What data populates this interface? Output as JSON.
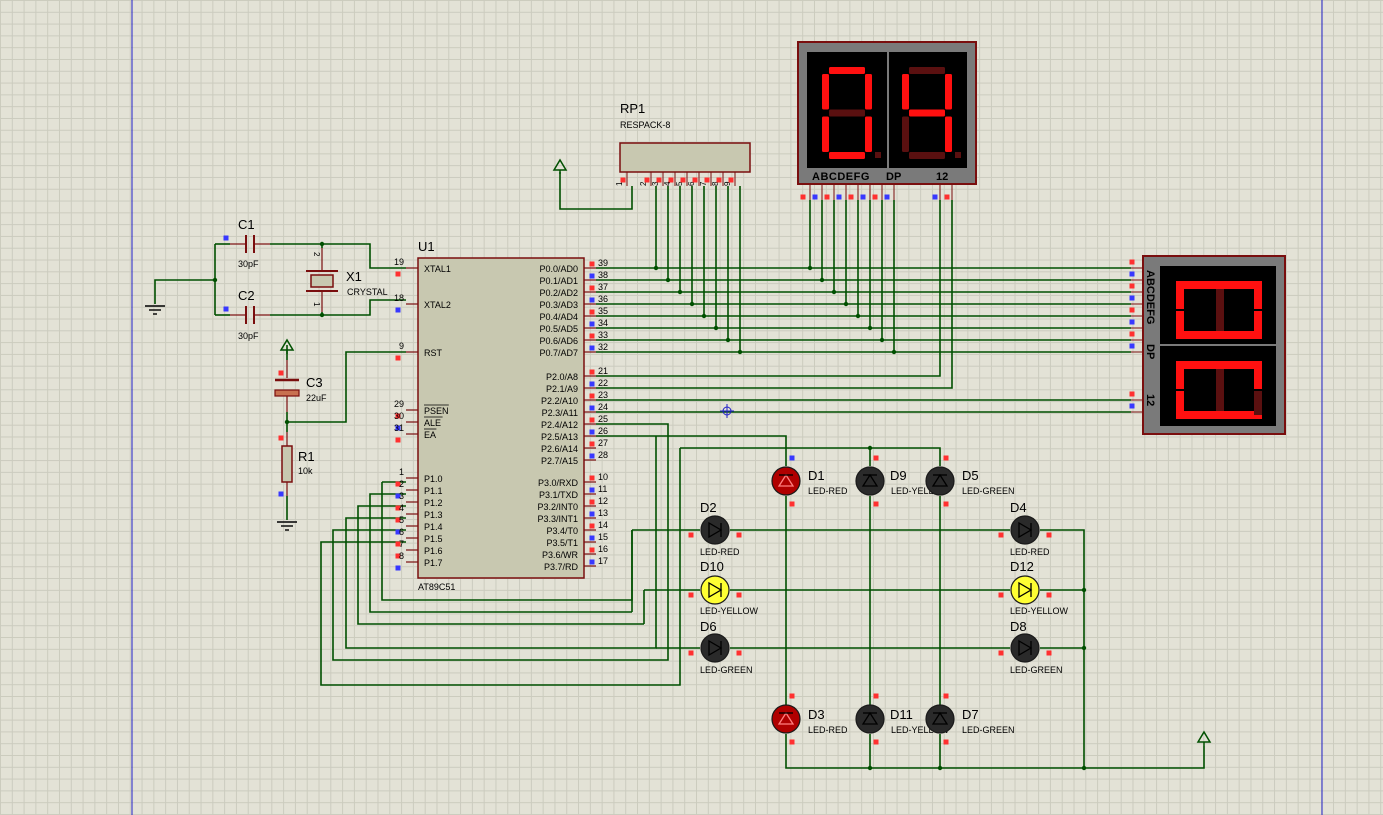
{
  "rp1": {
    "ref": "RP1",
    "value": "RESPACK-8",
    "pins": [
      "1",
      "2",
      "3",
      "4",
      "5",
      "6",
      "7",
      "8",
      "9"
    ]
  },
  "u1": {
    "ref": "U1",
    "value": "AT89C51",
    "left_pins": [
      {
        "num": "19",
        "name": "XTAL1"
      },
      {
        "num": "18",
        "name": "XTAL2"
      },
      {
        "num": "9",
        "name": "RST"
      },
      {
        "num": "29",
        "name": "PSEN"
      },
      {
        "num": "30",
        "name": "ALE"
      },
      {
        "num": "31",
        "name": "EA"
      },
      {
        "num": "1",
        "name": "P1.0"
      },
      {
        "num": "2",
        "name": "P1.1"
      },
      {
        "num": "3",
        "name": "P1.2"
      },
      {
        "num": "4",
        "name": "P1.3"
      },
      {
        "num": "5",
        "name": "P1.4"
      },
      {
        "num": "6",
        "name": "P1.5"
      },
      {
        "num": "7",
        "name": "P1.6"
      },
      {
        "num": "8",
        "name": "P1.7"
      }
    ],
    "right_pins": [
      {
        "num": "39",
        "name": "P0.0/AD0"
      },
      {
        "num": "38",
        "name": "P0.1/AD1"
      },
      {
        "num": "37",
        "name": "P0.2/AD2"
      },
      {
        "num": "36",
        "name": "P0.3/AD3"
      },
      {
        "num": "35",
        "name": "P0.4/AD4"
      },
      {
        "num": "34",
        "name": "P0.5/AD5"
      },
      {
        "num": "33",
        "name": "P0.6/AD6"
      },
      {
        "num": "32",
        "name": "P0.7/AD7"
      },
      {
        "num": "21",
        "name": "P2.0/A8"
      },
      {
        "num": "22",
        "name": "P2.1/A9"
      },
      {
        "num": "23",
        "name": "P2.2/A10"
      },
      {
        "num": "24",
        "name": "P2.3/A11"
      },
      {
        "num": "25",
        "name": "P2.4/A12"
      },
      {
        "num": "26",
        "name": "P2.5/A13"
      },
      {
        "num": "27",
        "name": "P2.6/A14"
      },
      {
        "num": "28",
        "name": "P2.7/A15"
      },
      {
        "num": "10",
        "name": "P3.0/RXD"
      },
      {
        "num": "11",
        "name": "P3.1/TXD"
      },
      {
        "num": "12",
        "name": "P3.2/INT0"
      },
      {
        "num": "13",
        "name": "P3.3/INT1"
      },
      {
        "num": "14",
        "name": "P3.4/T0"
      },
      {
        "num": "15",
        "name": "P3.5/T1"
      },
      {
        "num": "16",
        "name": "P3.6/WR"
      },
      {
        "num": "17",
        "name": "P3.7/RD"
      }
    ]
  },
  "c1": {
    "ref": "C1",
    "value": "30pF"
  },
  "c2": {
    "ref": "C2",
    "value": "30pF"
  },
  "x1": {
    "ref": "X1",
    "value": "CRYSTAL",
    "pin1": "1",
    "pin2": "2"
  },
  "c3": {
    "ref": "C3",
    "value": "22uF"
  },
  "r1": {
    "ref": "R1",
    "value": "10k"
  },
  "display_top": {
    "digits": [
      "0",
      "4"
    ],
    "label_segments": "ABCDEFG",
    "label_dp": "DP",
    "label_common": "12"
  },
  "display_right": {
    "label_segments": "ABCDEFG",
    "label_dp": "DP",
    "label_common": "12"
  },
  "leds": [
    {
      "ref": "D1",
      "value": "LED-RED",
      "color": "#b00000",
      "lit": true
    },
    {
      "ref": "D9",
      "value": "LED-YELLOW",
      "color": "#2a2a2a",
      "lit": false
    },
    {
      "ref": "D5",
      "value": "LED-GREEN",
      "color": "#2a2a2a",
      "lit": false
    },
    {
      "ref": "D2",
      "value": "LED-RED",
      "color": "#2a2a2a",
      "lit": false
    },
    {
      "ref": "D4",
      "value": "LED-RED",
      "color": "#2a2a2a",
      "lit": false
    },
    {
      "ref": "D10",
      "value": "LED-YELLOW",
      "color": "#ffff33",
      "lit": true
    },
    {
      "ref": "D12",
      "value": "LED-YELLOW",
      "color": "#ffff33",
      "lit": true
    },
    {
      "ref": "D6",
      "value": "LED-GREEN",
      "color": "#2a2a2a",
      "lit": false
    },
    {
      "ref": "D8",
      "value": "LED-GREEN",
      "color": "#2a2a2a",
      "lit": false
    },
    {
      "ref": "D3",
      "value": "LED-RED",
      "color": "#b00000",
      "lit": true
    },
    {
      "ref": "D11",
      "value": "LED-YELLOW",
      "color": "#2a2a2a",
      "lit": false
    },
    {
      "ref": "D7",
      "value": "LED-GREEN",
      "color": "#2a2a2a",
      "lit": false
    }
  ],
  "colors": {
    "wire": "#005000",
    "outline": "#7a0e0e",
    "body": "#c8c8b0",
    "pin_red": "#ff3030",
    "pin_blue": "#3838ff",
    "segment_on": "#ff1010",
    "segment_off": "#5a1010"
  }
}
